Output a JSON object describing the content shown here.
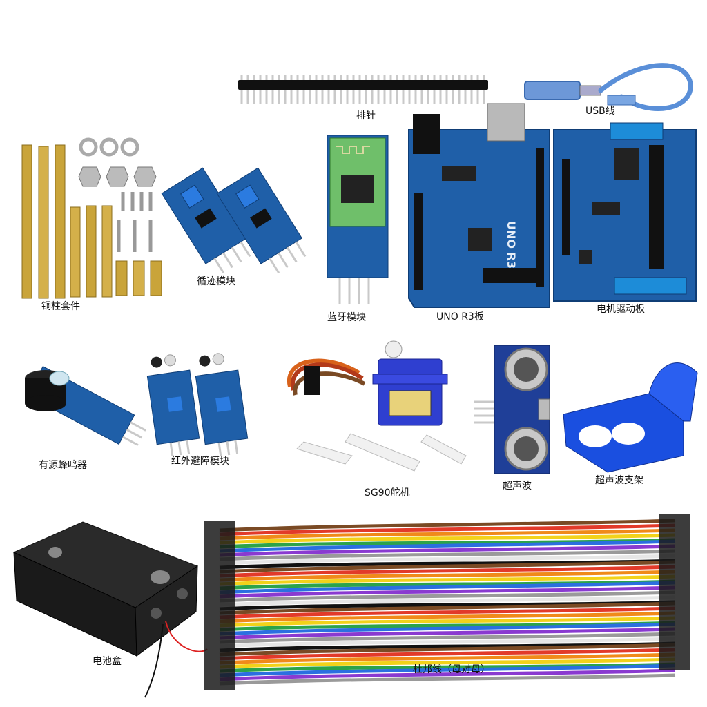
{
  "labels": {
    "pin_header": "排针",
    "usb_cable": "USB线",
    "copper_pillar": "铜柱套件",
    "tracking_module": "循迹模块",
    "bluetooth_module": "蓝牙模块",
    "uno_board": "UNO R3板",
    "motor_driver": "电机驱动板",
    "active_buzzer": "有源蜂鸣器",
    "ir_obstacle": "红外避障模块",
    "servo": "SG90舵机",
    "ultrasonic": "超声波",
    "ultrasonic_bracket": "超声波支架",
    "battery_box": "电池盒",
    "dupont_wire": "杜邦线（母对母）"
  },
  "printed_text": {
    "uno_silkscreen": "UNO R3"
  },
  "colors": {
    "pcb_blue": "#1f5fa8",
    "brass": "#c9a43a",
    "bracket_blue": "#1a4fe0",
    "battery_black": "#1a1a1a",
    "servo_blue": "#2f3fd0",
    "usb_cable_blue": "#5a8fd8"
  }
}
